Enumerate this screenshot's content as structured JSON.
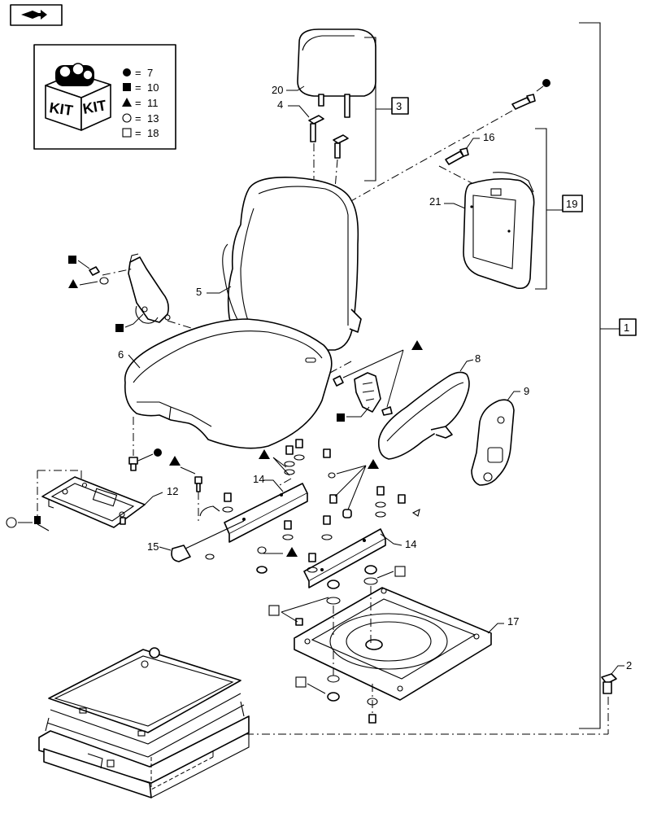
{
  "header": {
    "nav_icon": "forward-arrow-icon"
  },
  "legend": {
    "kit_text_left": "KIT",
    "kit_text_right": "KIT",
    "rows": [
      {
        "symbol": "filled-circle",
        "eq": "=",
        "value": "7"
      },
      {
        "symbol": "filled-square",
        "eq": "=",
        "value": "10"
      },
      {
        "symbol": "filled-triangle",
        "eq": "=",
        "value": "11"
      },
      {
        "symbol": "open-circle",
        "eq": "=",
        "value": "13"
      },
      {
        "symbol": "open-square",
        "eq": "=",
        "value": "18"
      }
    ]
  },
  "callouts": {
    "headrest": "20",
    "guide_bushing": "4",
    "headrest_assy_box": "3",
    "backrest": "5",
    "screw_16": "16",
    "backrest_cover": "21",
    "cover_assy_box": "19",
    "seat_assy_box": "1",
    "cushion": "6",
    "armrest": "8",
    "bracket_9": "9",
    "plate_12": "12",
    "slide_rail_left": "14",
    "slide_rail_right": "14",
    "handle_15": "15",
    "swivel_plate": "17",
    "bolt_2": "2"
  },
  "colors": {
    "line": "#000000",
    "background": "#ffffff"
  }
}
